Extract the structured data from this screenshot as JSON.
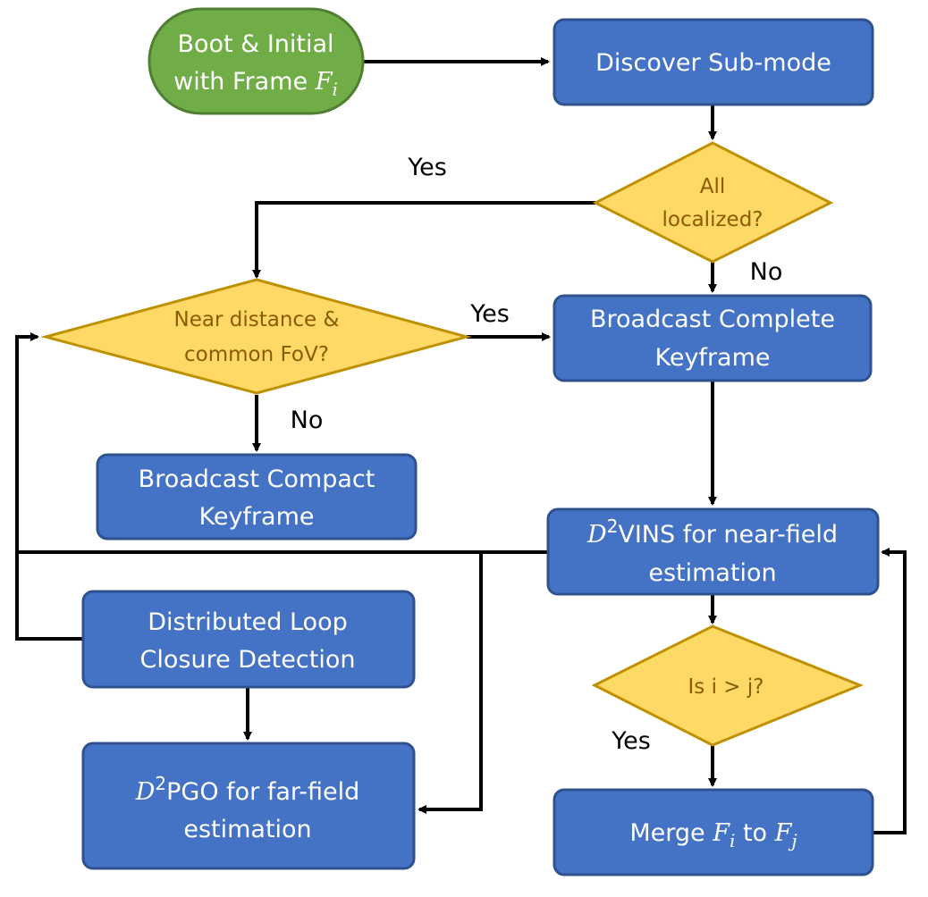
{
  "colors": {
    "process": "#4472c4",
    "process_stroke": "#2f528f",
    "start": "#70ad47",
    "start_stroke": "#507e32",
    "decision": "#ffd966",
    "decision_stroke": "#bf9000",
    "decision_text": "#8a5a00"
  },
  "nodes": {
    "boot": {
      "line1": "Boot & Initial",
      "line2_prefix": "with Frame ",
      "var": "F",
      "var_sub": "i"
    },
    "discover": {
      "label": "Discover Sub-mode"
    },
    "all_localized": {
      "line1": "All",
      "line2": "localized?"
    },
    "near_distance": {
      "line1": "Near distance &",
      "line2": "common FoV?"
    },
    "broadcast_complete": {
      "line1": "Broadcast Complete",
      "line2": "Keyframe"
    },
    "broadcast_compact": {
      "line1": "Broadcast Compact",
      "line2": "Keyframe"
    },
    "d2vins": {
      "var": "D",
      "var_sup": "2",
      "line1_suffix": "VINS for near-field",
      "line2": "estimation"
    },
    "loop_closure": {
      "line1": "Distributed Loop",
      "line2": "Closure Detection"
    },
    "is_i_gt_j": {
      "label": "Is i > j?"
    },
    "d2pgo": {
      "var": "D",
      "var_sup": "2",
      "line1_suffix": "PGO for far-field",
      "line2": "estimation"
    },
    "merge": {
      "prefix": "Merge ",
      "var1": "F",
      "var1_sub": "i",
      "middle": " to ",
      "var2": "F",
      "var2_sub": "j"
    }
  },
  "edge_labels": {
    "all_localized_yes": "Yes",
    "all_localized_no": "No",
    "near_distance_yes": "Yes",
    "near_distance_no": "No",
    "is_i_gt_j_yes": "Yes"
  }
}
